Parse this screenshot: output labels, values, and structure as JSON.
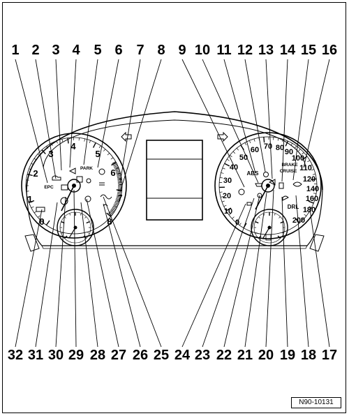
{
  "callouts_top": [
    "1",
    "2",
    "3",
    "4",
    "5",
    "6",
    "7",
    "8",
    "9",
    "10",
    "11",
    "12",
    "13",
    "14",
    "15",
    "16"
  ],
  "callouts_bottom": [
    "32",
    "31",
    "30",
    "29",
    "28",
    "27",
    "26",
    "25",
    "24",
    "23",
    "22",
    "21",
    "20",
    "19",
    "18",
    "17"
  ],
  "tacho_ticks": [
    "0",
    "1",
    "2",
    "3",
    "4",
    "5",
    "6",
    "7",
    "8"
  ],
  "speedo_ticks": [
    "0",
    "10",
    "20",
    "30",
    "40",
    "50",
    "60",
    "70",
    "80",
    "90",
    "100",
    "110",
    "120",
    "140",
    "160",
    "180",
    "200"
  ],
  "indicator_labels": {
    "epc": "EPC",
    "park": "PARK",
    "abs": "ABS",
    "brake": "BRAKE",
    "cruise": "CRUISE",
    "drl": "DRL"
  },
  "reference": "N90-10131"
}
